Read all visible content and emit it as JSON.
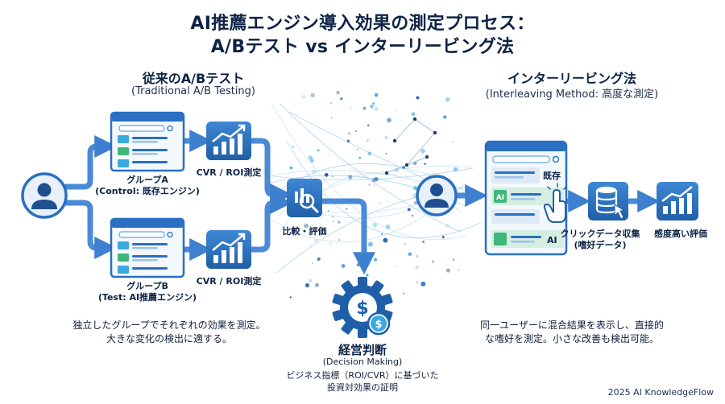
{
  "title": {
    "line1": "AI推薦エンジン導入効果の測定プロセス：",
    "line2": "A/Bテスト vs インターリービング法"
  },
  "left": {
    "heading": "従来のA/Bテスト",
    "subheading": "(Traditional A/B Testing)",
    "group_a": {
      "line1": "グループA",
      "line2": "(Control: 既存エンジン)"
    },
    "group_b": {
      "line1": "グループB",
      "line2": "(Test: AI推薦エンジン)"
    },
    "cvr_a": "CVR / ROI測定",
    "cvr_b": "CVR / ROI測定",
    "compare": "比較・評価",
    "description": {
      "line1": "独立したグループでそれぞれの効果を測定。",
      "line2": "大きな変化の検出に適する。"
    }
  },
  "center": {
    "heading": "経営判断",
    "subheading": "(Decision Making)",
    "line1": "ビジネス指標（ROI/CVR）に基づいた",
    "line2": "投資対効果の証明"
  },
  "right": {
    "heading": "インターリービング法",
    "subheading": "(Interleaving Method: 高度な測定)",
    "existing_tag": "既存",
    "ai_tag": "AI",
    "ai_badge": "AI",
    "click_label": {
      "line1": "クリックデータ収集",
      "line2": "(嗜好データ)"
    },
    "evaluate": "感度高い評価",
    "description": {
      "line1": "同一ユーザーに混合結果を表示し、直接的",
      "line2": "な嗜好を測定。小さな改善も検出可能。"
    }
  },
  "credit": "2025 AI KnowledgeFlow",
  "colors": {
    "dark": "#1f5fa8",
    "mid": "#3f87d4",
    "light": "#cfe3f7",
    "cyan": "#3aa9e0",
    "accent_green": "#3fb77a",
    "navy": "#0d2346"
  }
}
